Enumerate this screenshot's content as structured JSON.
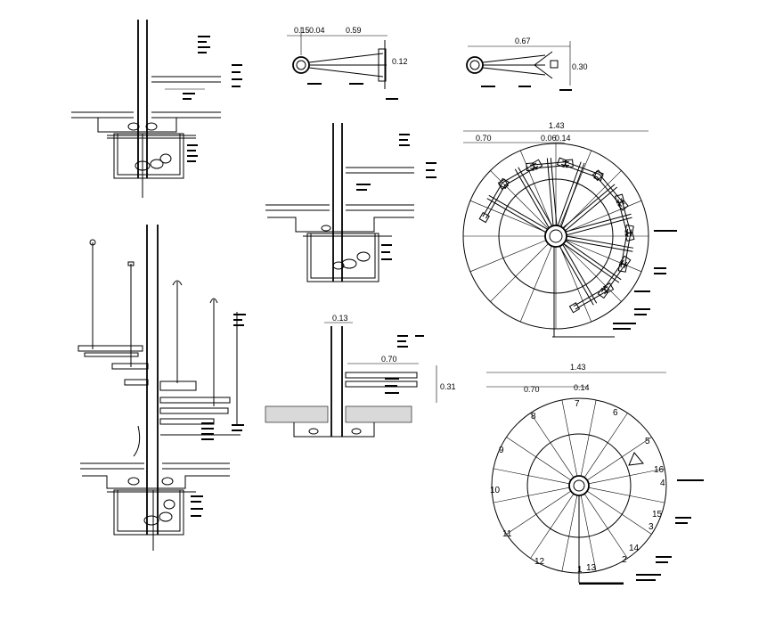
{
  "dimensions": {
    "plan_a_offset": "0.15",
    "plan_a_offset2": "0.04",
    "plan_a_length": "0.59",
    "plan_a_height": "0.12",
    "plan_b_length": "0.67",
    "plan_b_height": "0.30",
    "circle_top_diameter": "1.43",
    "circle_top_radius": "0.70",
    "circle_top_small": "0.06",
    "circle_top_small2": "0.14",
    "post_width": "0.13",
    "tread_length": "0.70",
    "tread_height": "0.31",
    "circle_bottom_diameter": "1.43",
    "circle_bottom_radius": "0.70",
    "circle_bottom_small": "0.14"
  },
  "step_numbers": [
    "1",
    "2",
    "3",
    "4",
    "5",
    "6",
    "7",
    "8",
    "9",
    "10",
    "11",
    "12",
    "13",
    "14",
    "15",
    "16"
  ]
}
